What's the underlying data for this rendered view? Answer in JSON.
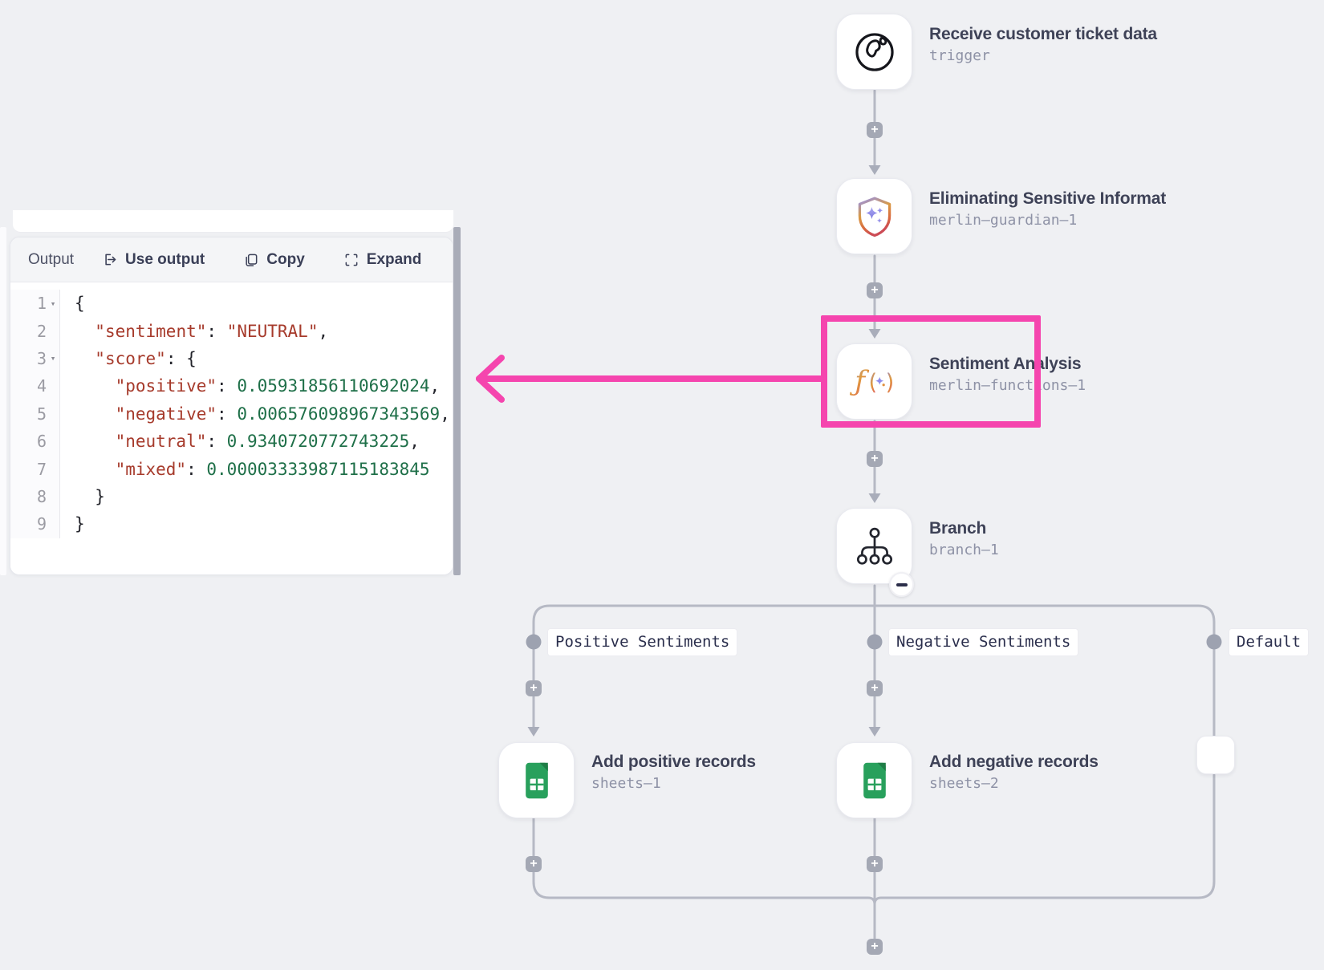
{
  "colors": {
    "canvas_bg": "#eff0f3",
    "connector": "#b6b9c4",
    "arrow_fill": "#a9adba",
    "plus_bg": "#a4a8b4",
    "dot": "#9da2b0",
    "accent_pink": "#f545ae",
    "title": "#3e4257",
    "subtitle": "#8e92a6",
    "chip_text": "#2a2e4c",
    "json_key": "#a63a2b",
    "json_string": "#a63a2b",
    "json_number": "#1e6f48",
    "json_punct": "#23242b",
    "line_number": "#9b9ba3",
    "header_bg": "#f4f5f7",
    "divider_bar": "#a9acb8",
    "sheets_green": "#28a05c"
  },
  "workflow": {
    "plus_label": "+",
    "nodes": [
      {
        "title": "Receive customer ticket data",
        "subtitle": "trigger",
        "icon": "globe-icon"
      },
      {
        "title": "Eliminating Sensitive Informat",
        "subtitle": "merlin–guardian–1",
        "icon": "guardian-shield-icon"
      },
      {
        "title": "Sentiment Analysis",
        "subtitle": "merlin–functions–1",
        "icon": "function-sparkle-icon"
      },
      {
        "title": "Branch",
        "subtitle": "branch–1",
        "icon": "branch-tree-icon"
      },
      {
        "title": "Add positive records",
        "subtitle": "sheets–1",
        "icon": "google-sheets-icon"
      },
      {
        "title": "Add negative records",
        "subtitle": "sheets–2",
        "icon": "google-sheets-icon"
      }
    ],
    "branch_labels": [
      "Positive Sentiments",
      "Negative Sentiments",
      "Default"
    ]
  },
  "output_panel": {
    "title": "Output",
    "buttons": {
      "use_output": "Use output",
      "copy": "Copy",
      "expand": "Expand"
    },
    "code": {
      "lines": [
        {
          "num": "1",
          "caret": "▾",
          "tokens": [
            [
              "p",
              "{"
            ]
          ]
        },
        {
          "num": "2",
          "caret": "",
          "tokens": [
            [
              "p",
              "  "
            ],
            [
              "k",
              "\"sentiment\""
            ],
            [
              "p",
              ": "
            ],
            [
              "s",
              "\"NEUTRAL\""
            ],
            [
              "p",
              ","
            ]
          ]
        },
        {
          "num": "3",
          "caret": "▾",
          "tokens": [
            [
              "p",
              "  "
            ],
            [
              "k",
              "\"score\""
            ],
            [
              "p",
              ": {"
            ]
          ]
        },
        {
          "num": "4",
          "caret": "",
          "tokens": [
            [
              "p",
              "    "
            ],
            [
              "k",
              "\"positive\""
            ],
            [
              "p",
              ": "
            ],
            [
              "n",
              "0.05931856110692024"
            ],
            [
              "p",
              ","
            ]
          ]
        },
        {
          "num": "5",
          "caret": "",
          "tokens": [
            [
              "p",
              "    "
            ],
            [
              "k",
              "\"negative\""
            ],
            [
              "p",
              ": "
            ],
            [
              "n",
              "0.006576098967343569"
            ],
            [
              "p",
              ","
            ]
          ]
        },
        {
          "num": "6",
          "caret": "",
          "tokens": [
            [
              "p",
              "    "
            ],
            [
              "k",
              "\"neutral\""
            ],
            [
              "p",
              ": "
            ],
            [
              "n",
              "0.9340720772743225"
            ],
            [
              "p",
              ","
            ]
          ]
        },
        {
          "num": "7",
          "caret": "",
          "tokens": [
            [
              "p",
              "    "
            ],
            [
              "k",
              "\"mixed\""
            ],
            [
              "p",
              ": "
            ],
            [
              "n",
              "0.00003333987115183845"
            ]
          ]
        },
        {
          "num": "8",
          "caret": "",
          "tokens": [
            [
              "p",
              "  }"
            ]
          ]
        },
        {
          "num": "9",
          "caret": "",
          "tokens": [
            [
              "p",
              "}"
            ]
          ]
        }
      ]
    }
  }
}
